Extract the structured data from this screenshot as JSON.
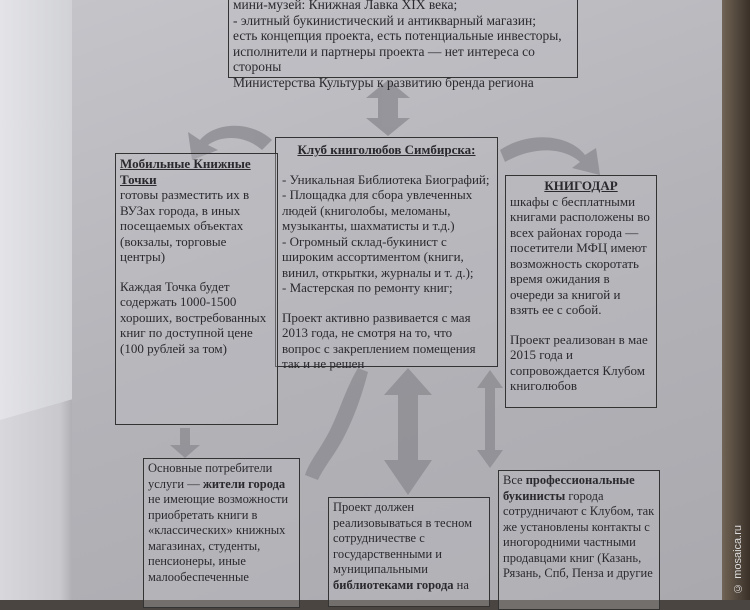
{
  "top_box": {
    "lines": [
      "мини-музей: Книжная Лавка XIX века;",
      "- элитный букинистический и антикварный магазин;",
      "есть концепция проекта, есть потенциальные инвесторы,",
      "исполнители и партнеры проекта — нет интереса со стороны",
      "Министерства Культуры к развитию бренда региона"
    ]
  },
  "center_box": {
    "title": "Клуб книголюбов Симбирска:",
    "items": [
      "- Уникальная Библиотека Биографий;",
      "- Площадка для сбора увлеченных людей (книголобы, меломаны, музыканты, шахматисты и т.д.)",
      "- Огромный склад-букинист с широким ассортиментом (книги, винил, открытки, журналы и т. д.);",
      "- Мастерская по ремонту книг;"
    ],
    "note": "Проект активно развивается с мая 2013 года, не смотря на то, что вопрос с закреплением помещения так и не решен"
  },
  "left_box": {
    "title": "Мобильные Книжные Точки",
    "text": "готовы разместить их в ВУЗах города, в иных посещаемых объектах (вокзалы, торговые центры)",
    "note": "Каждая Точка будет содержать 1000-1500 хороших, востребованных книг по доступной цене (100 рублей за том)"
  },
  "right_box": {
    "title": "КНИГОДАР",
    "text": "шкафы с бесплатными книгами расположены во всех районах города — посетители МФЦ имеют возможность скоротать время ожидания в очереди за книгой и взять ее с собой.",
    "note": "Проект реализован в мае 2015 года и сопровождается Клубом книголюбов"
  },
  "bottom_left_box": {
    "pre": "Основные потребители услуги — ",
    "bold": "жители города",
    "post": " не имеющие возможности приобретать книги в «классических» книжных магазинах, студенты, пенсионеры, иные малообеспеченные"
  },
  "bottom_mid_box": {
    "pre": "Проект должен реализовываться в тесном сотрудничестве с государственными и муниципальными ",
    "bold": "библиотеками города",
    "post": " на"
  },
  "bottom_right_box": {
    "pre": "Все ",
    "bold": "профессиональные букинисты",
    "post": " города сотрудничают с Клубом, так же установлены контакты с иногородними частными продавцами книг (Казань, Рязань, Спб, Пенза и другие"
  },
  "watermark": "© mosaica.ru"
}
